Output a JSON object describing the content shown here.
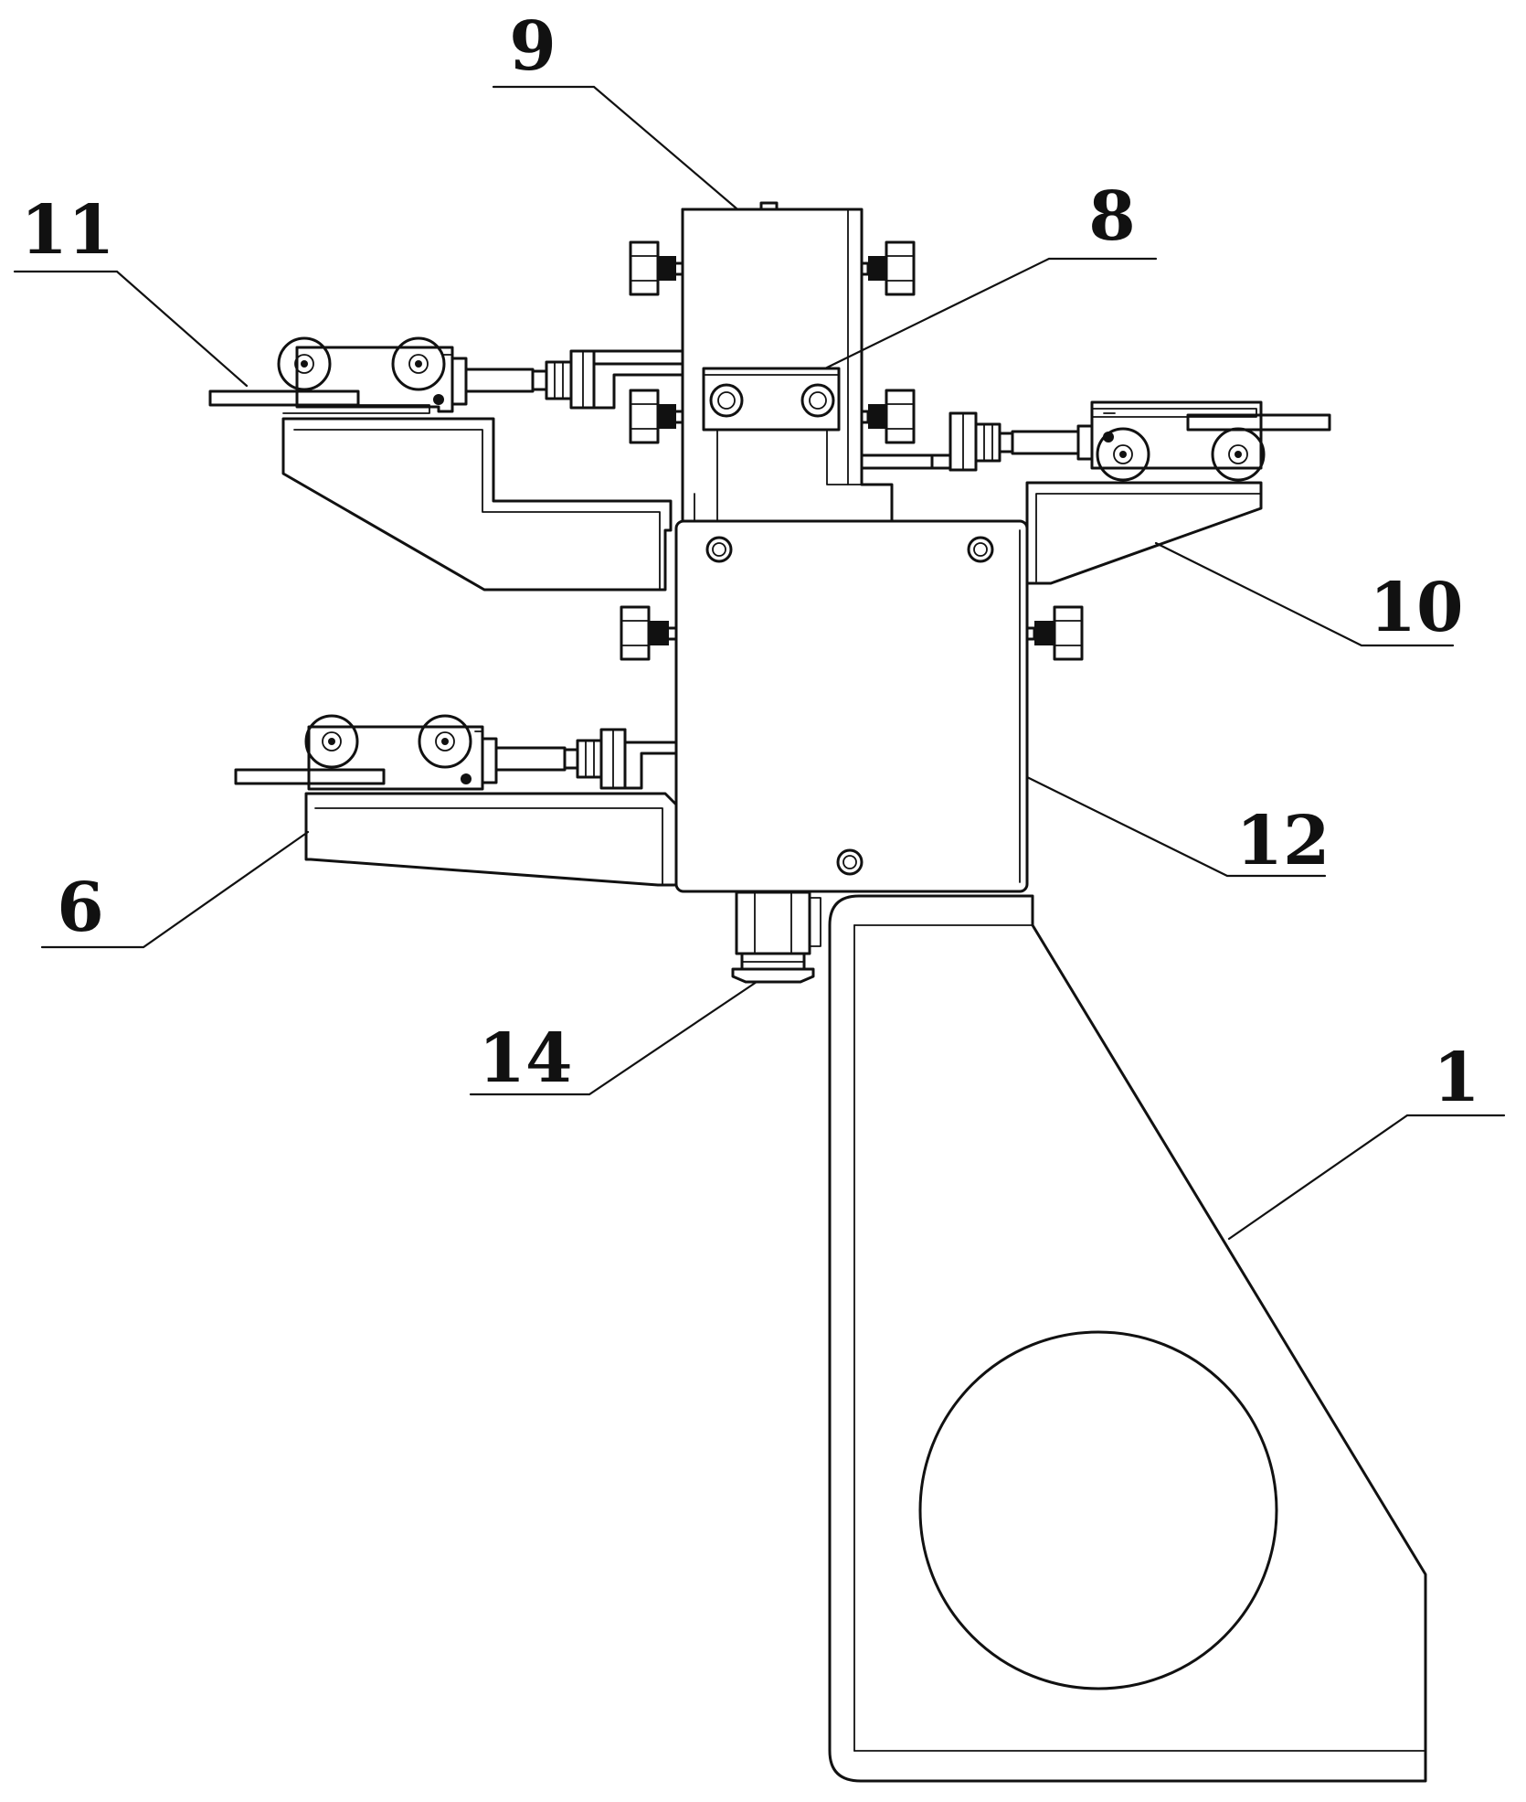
{
  "callouts": {
    "part_9": "9",
    "part_8": "8",
    "part_11": "11",
    "part_10": "10",
    "part_12": "12",
    "part_6": "6",
    "part_14": "14",
    "part_1": "1"
  }
}
